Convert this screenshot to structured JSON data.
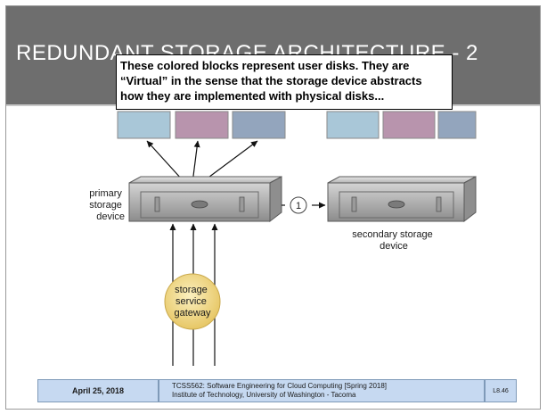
{
  "slide": {
    "title": "REDUNDANT STORAGE ARCHITECTURE - 2",
    "callout_lines": [
      "These colored blocks represent user disks.  They are",
      "“Virtual” in the sense that the storage device abstracts",
      "how they are implemented with physical disks..."
    ]
  },
  "figure": {
    "primary_label_lines": [
      "primary",
      "storage",
      "device"
    ],
    "secondary_label_lines": [
      "secondary storage",
      "device"
    ],
    "gateway_label_lines": [
      "storage",
      "service",
      "gateway"
    ],
    "step_number": "1",
    "disk_colors": [
      "#a9c7d8",
      "#b894ad",
      "#93a5bd"
    ]
  },
  "footer": {
    "date": "April 25, 2018",
    "course_line1": "TCSS562: Software Engineering for Cloud Computing [Spring 2018]",
    "course_line2": "Institute of Technology, University of Washington - Tacoma",
    "slide_number": "L8.46"
  }
}
